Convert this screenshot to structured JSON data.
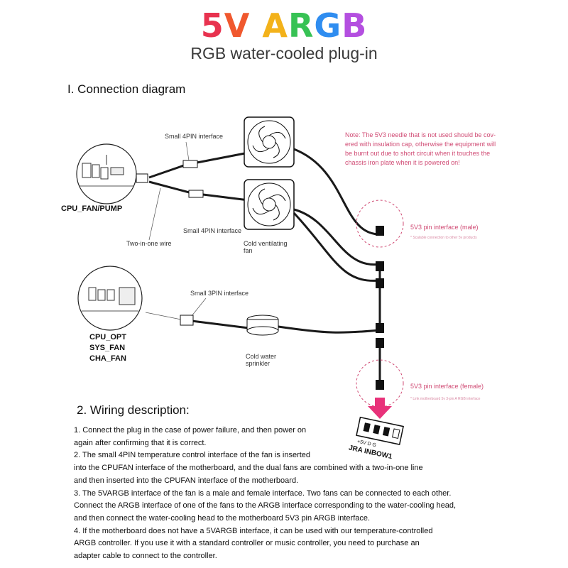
{
  "header": {
    "title_chars": [
      {
        "ch": "5",
        "color": "#e8324f"
      },
      {
        "ch": "V",
        "color": "#f0582e"
      },
      {
        "ch": " ",
        "color": "#ffffff"
      },
      {
        "ch": "A",
        "color": "#f3b21a"
      },
      {
        "ch": "R",
        "color": "#37c254"
      },
      {
        "ch": "G",
        "color": "#2f8df0"
      },
      {
        "ch": "B",
        "color": "#b44fe0"
      }
    ],
    "subtitle": "RGB water-cooled plug-in"
  },
  "section1": {
    "title": "I. Connection diagram"
  },
  "diagram": {
    "small_4pin_top": "Small 4PIN interface",
    "small_4pin_bottom": "Small 4PIN interface",
    "two_in_one": "Two-in-one wire",
    "cold_fan_1": "Cold ventilating",
    "cold_fan_2": "fan",
    "cpu_fan_pump": "CPU_FAN/PUMP",
    "small_3pin": "Small 3PIN interface",
    "cpu_opt": "CPU_OPT",
    "sys_fan": "SYS_FAN",
    "cha_fan": "CHA_FAN",
    "water_1": "Cold water",
    "water_2": "sprinkler",
    "note_lines": [
      "Note: The 5V3 needle that is not used should be cov-",
      "ered with insulation cap, otherwise the equipment will",
      "be burnt out due to short circuit when it touches the",
      "chassis iron plate when it is powered on!"
    ],
    "male_label": "5V3 pin interface (male)",
    "male_sub": "* Scalable connection to other 5v products",
    "female_label": "5V3 pin interface (female)",
    "female_sub": "* Link motherboard 5v 3-pin A RGB interface",
    "header_pins": "+5V  D  G",
    "header_name": "JRA INBOW1"
  },
  "section2": {
    "title": "2. Wiring description:",
    "lines": [
      "1. Connect the plug in the case of power failure, and then power on",
      "again after confirming that it is correct.",
      "2. The small 4PIN temperature control interface of the fan is inserted",
      "into the CPUFAN interface of the motherboard, and the dual fans are combined with a two-in-one line",
      "and then inserted into the CPUFAN interface of the motherboard.",
      "3. The 5VARGB interface of the fan is a male and female interface. Two fans can be connected to each other.",
      "Connect the ARGB interface of one of the fans to the ARGB interface corresponding to the water-cooling head,",
      " and then connect the water-cooling head to the motherboard 5V3 pin ARGB interface.",
      "4. If the motherboard does not have a 5VARGB interface, it can be used with our temperature-controlled",
      "ARGB controller. If you use it with a standard controller or music controller, you need to purchase an",
      "adapter cable to connect to the controller."
    ]
  },
  "colors": {
    "accent_pink": "#d04b74",
    "arrow_pink": "#e8327a",
    "text": "#111111"
  }
}
